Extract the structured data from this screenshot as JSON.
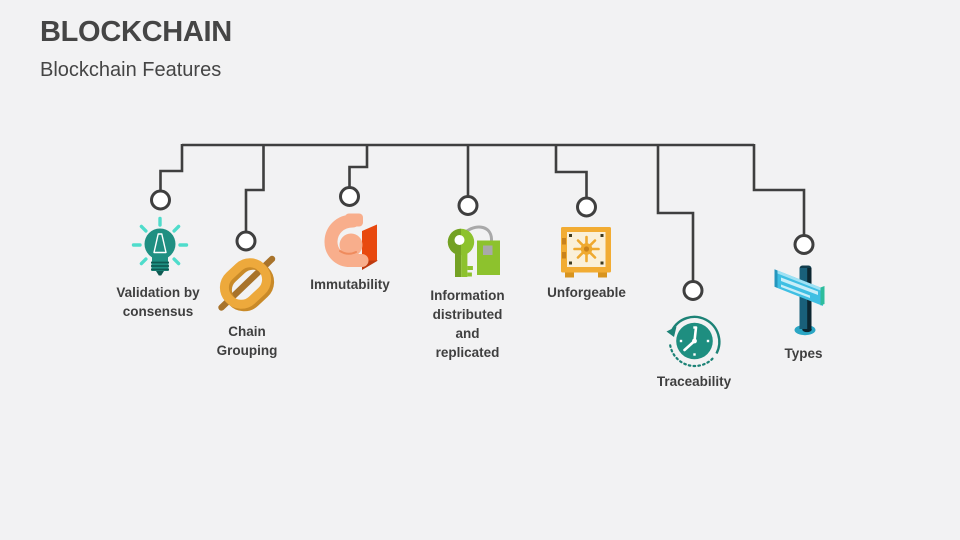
{
  "slide": {
    "title": "BLOCKCHAIN",
    "subtitle": "Blockchain Features"
  },
  "diagram": {
    "type": "tree",
    "connector": {
      "line_color": "#3f3f3f",
      "node_fill": "#ffffff"
    },
    "features": [
      {
        "label": "Validation by consensus",
        "icon": "lightbulb-idea-icon",
        "icon_color": "#1f8f82",
        "ray_color": "#4fdccb"
      },
      {
        "label": "Chain Grouping",
        "icon": "chain-link-icon",
        "icon_color": "#eda93c",
        "rod_color": "#a8732b"
      },
      {
        "label": "Immutability",
        "icon": "flexed-arm-icon",
        "icon_color": "#f8ae8c",
        "sleeve_color": "#e8490f"
      },
      {
        "label": "Information distributed and replicated",
        "icon": "key-with-tag-icon",
        "icon_color": "#8dc22d",
        "shade_color": "#74a124"
      },
      {
        "label": "Unforgeable",
        "icon": "safe-vault-icon",
        "icon_color": "#f2ac33",
        "face_color": "#faf0d9"
      },
      {
        "label": "Traceability",
        "icon": "clock-history-icon",
        "icon_color": "#1e8e80",
        "arrow_color": "#1c8276"
      },
      {
        "label": "Types",
        "icon": "signpost-icon",
        "icon_color": "#3fbfe3",
        "pole_color": "#19607a"
      }
    ]
  }
}
